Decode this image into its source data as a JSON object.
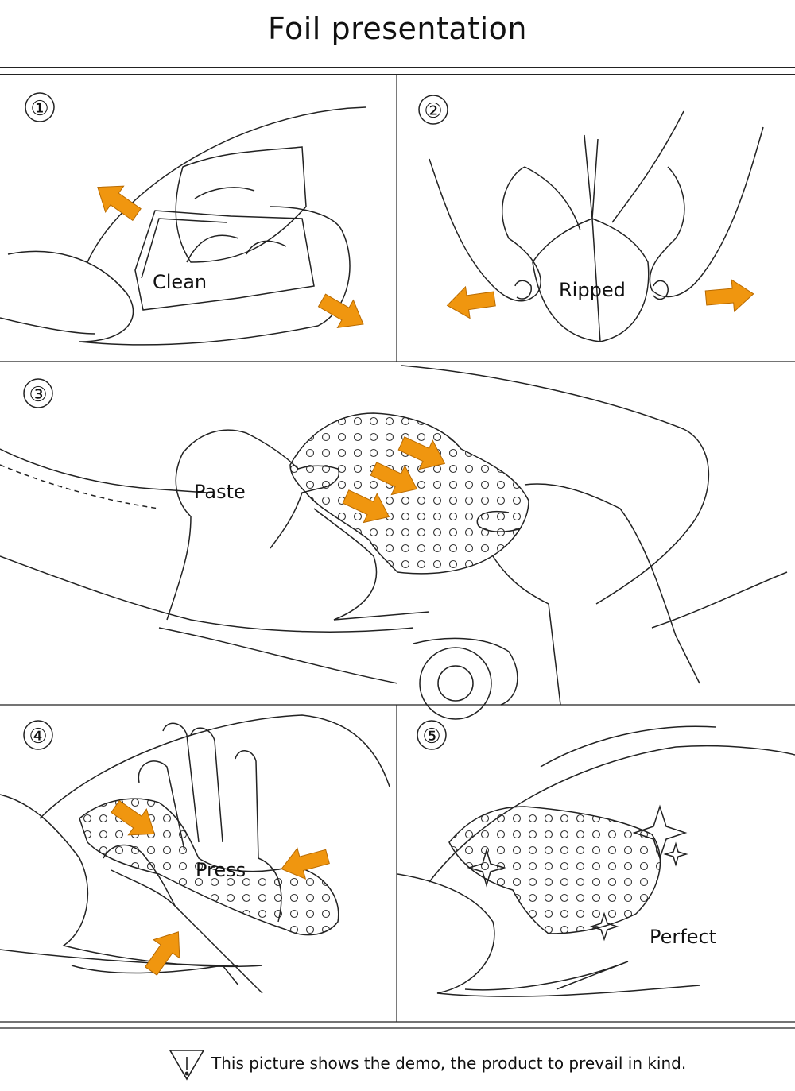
{
  "header": {
    "title": "Foil presentation"
  },
  "steps": [
    {
      "number": "①",
      "label": "Clean"
    },
    {
      "number": "②",
      "label": "Ripped"
    },
    {
      "number": "③",
      "label": "Paste"
    },
    {
      "number": "④",
      "label": "Press"
    },
    {
      "number": "⑤",
      "label": "Perfect"
    }
  ],
  "footer": {
    "note": "This picture shows the demo, the product to prevail in kind."
  },
  "colors": {
    "arrow": "#F0960F",
    "line": "#222222",
    "watermark": "#DC3C3C"
  }
}
